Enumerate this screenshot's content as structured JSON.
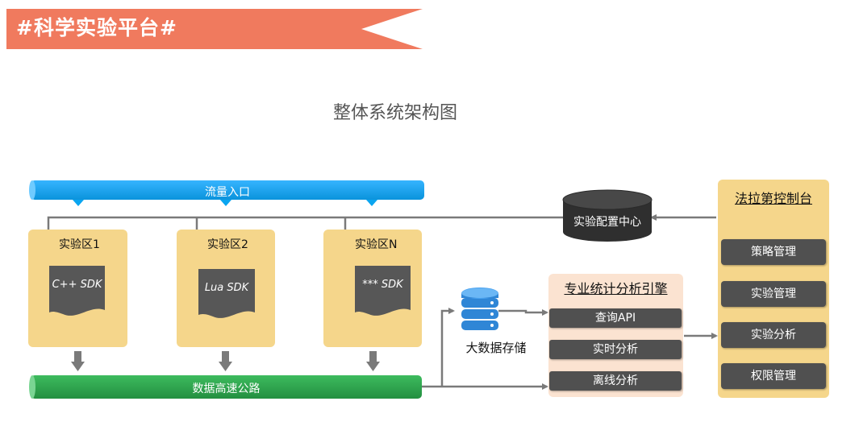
{
  "banner": {
    "title": "#科学实验平台#",
    "color": "#f07a5e"
  },
  "diagram": {
    "title": "整体系统架构图"
  },
  "traffic_pipe": {
    "label": "流量入口",
    "color": "#0aa5f0"
  },
  "data_pipe": {
    "label": "数据高速公路",
    "color": "#2ea44f"
  },
  "zones": [
    {
      "label": "实验区1",
      "sdk": "C++ SDK"
    },
    {
      "label": "实验区2",
      "sdk": "Lua SDK"
    },
    {
      "label": "实验区N",
      "sdk": "*** SDK"
    }
  ],
  "config_center": {
    "label": "实验配置中心"
  },
  "storage": {
    "label": "大数据存储"
  },
  "engine": {
    "title": "专业统计分析引擎",
    "items": [
      "查询API",
      "实时分析",
      "离线分析"
    ]
  },
  "console": {
    "title": "法拉第控制台",
    "items": [
      "策略管理",
      "实验管理",
      "实验分析",
      "权限管理"
    ]
  },
  "colors": {
    "zone_fill": "#f5d68b",
    "engine_fill": "#fbe3d1",
    "button_fill": "#505050",
    "connector": "#7a7a7a",
    "storage_blue": "#2f86d6"
  }
}
